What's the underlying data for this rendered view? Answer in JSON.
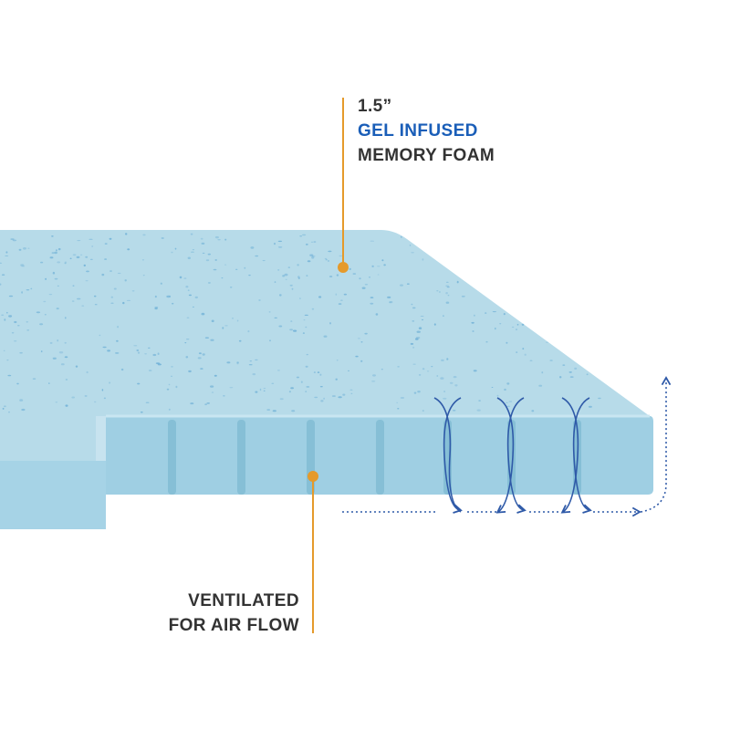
{
  "callouts": {
    "top": {
      "thickness": "1.5”",
      "feature": "GEL INFUSED",
      "material": "MEMORY FOAM"
    },
    "bottom": {
      "line1": "VENTILATED",
      "line2": "FOR AIR FLOW"
    }
  },
  "colors": {
    "text": "#333333",
    "accent_blue": "#1a5eb8",
    "leader_orange": "#e59a2b",
    "foam_top": "#b7dbe9",
    "foam_side": "#9fcfe3",
    "airflow_arrow": "#2f5aa8"
  },
  "icons": [
    "airflow-arrow-icon",
    "callout-dot-icon"
  ]
}
